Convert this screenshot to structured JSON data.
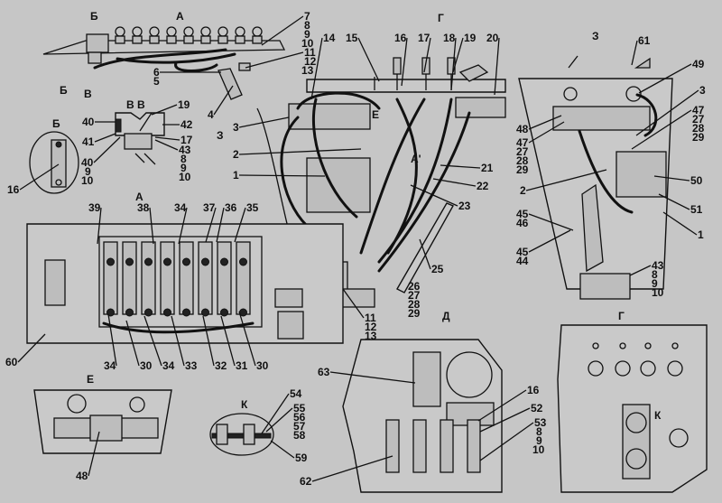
{
  "view_titles": {
    "top_view_b": "Б",
    "top_view_a": "А",
    "arrow_b": "Б",
    "arrow_v": "В",
    "section_vv": "В  В",
    "inset_b": "Б",
    "arrow_z": "З",
    "arrow_g": "Г",
    "view_z": "З",
    "arrow_e": "Е",
    "detail_a_prime": "А'",
    "view_a": "А",
    "view_e": "Е",
    "view_k": "К",
    "view_d": "Д",
    "view_g": "Г",
    "arrow_k": "К"
  },
  "callouts": {
    "top": [
      "7",
      "8",
      "9",
      "10",
      "11",
      "12",
      "13",
      "6",
      "5",
      "4"
    ],
    "section_v": [
      "19",
      "40",
      "42",
      "41",
      "17",
      "43",
      "8",
      "9",
      "10",
      "40",
      "9",
      "10"
    ],
    "inset_b": [
      "16"
    ],
    "main": [
      "3",
      "2",
      "1",
      "14",
      "15",
      "16",
      "17",
      "18",
      "19",
      "20",
      "21",
      "22",
      "23",
      "25",
      "26",
      "27",
      "28",
      "29",
      "11",
      "12",
      "13"
    ],
    "view_z": [
      "61",
      "49",
      "3",
      "47",
      "27",
      "28",
      "29",
      "48",
      "47",
      "27",
      "28",
      "29",
      "2",
      "50",
      "51",
      "1",
      "45",
      "46",
      "45",
      "44",
      "43",
      "8",
      "9",
      "10"
    ],
    "view_a_top": [
      "39",
      "38",
      "34",
      "37",
      "36",
      "35"
    ],
    "view_a_bottom": [
      "60",
      "34",
      "30",
      "34",
      "33",
      "32",
      "31",
      "30"
    ],
    "view_e": [
      "48"
    ],
    "view_k": [
      "54",
      "55",
      "56",
      "57",
      "58",
      "59"
    ],
    "view_d": [
      "63",
      "16",
      "52",
      "53",
      "8",
      "9",
      "10",
      "62"
    ]
  }
}
